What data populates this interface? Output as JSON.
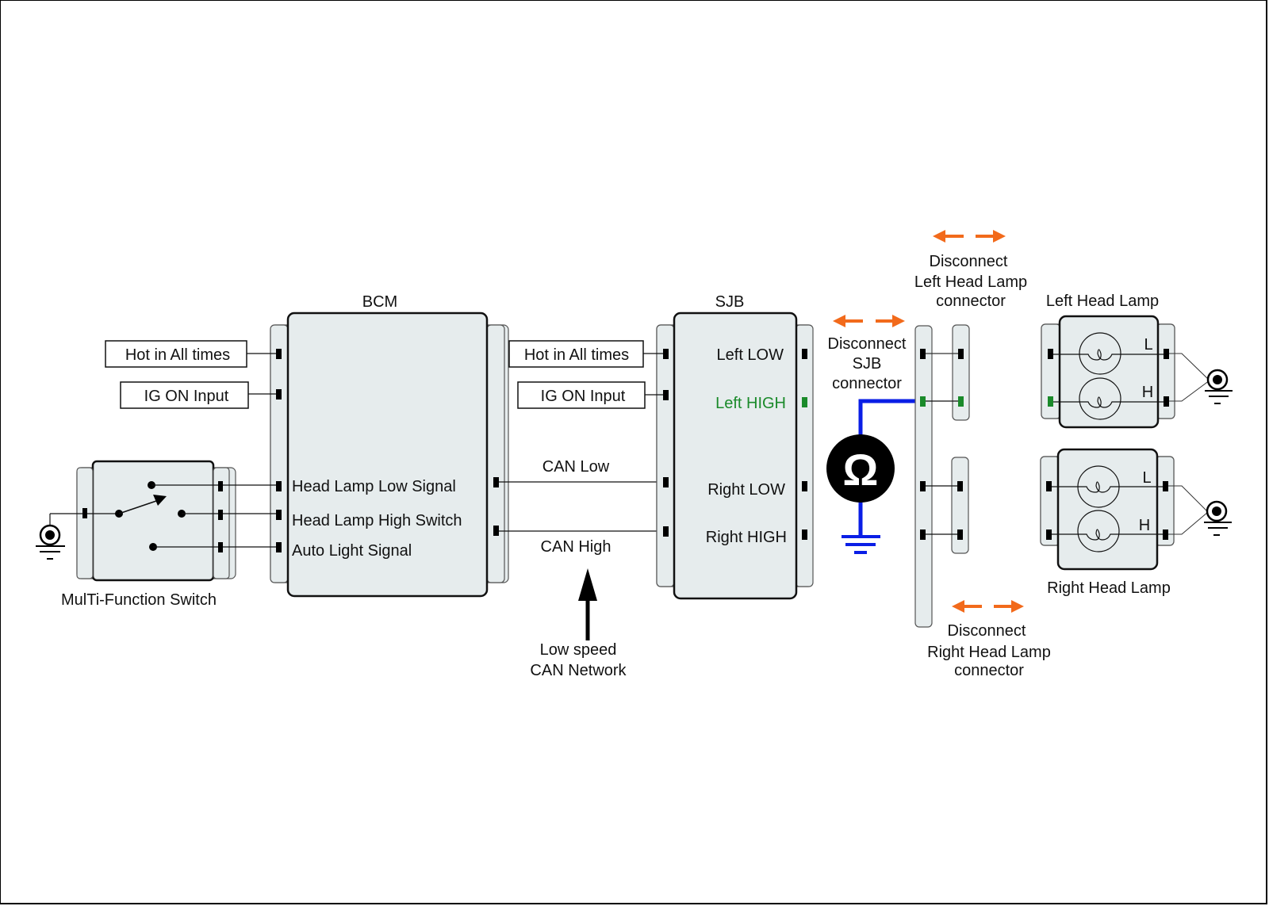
{
  "modules": {
    "bcm": {
      "title": "BCM",
      "inputs": [
        "Hot in All times",
        "IG ON Input"
      ],
      "signals": [
        "Head Lamp Low Signal",
        "Head Lamp High Switch",
        "Auto Light Signal"
      ]
    },
    "sjb": {
      "title": "SJB",
      "inputs": [
        "Hot in All times",
        "IG ON Input"
      ],
      "outputs": [
        "Left LOW",
        "Left HIGH",
        "Right LOW",
        "Right HIGH"
      ]
    },
    "switch": {
      "label": "MulTi-Function Switch"
    },
    "can": {
      "low_label": "CAN Low",
      "high_label": "CAN High",
      "network_label_line1": "Low speed",
      "network_label_line2": "CAN Network"
    },
    "meter": {
      "symbol": "Ω",
      "icon": "ohmmeter-icon"
    },
    "left_lamp": {
      "label": "Left Head Lamp",
      "l": "L",
      "h": "H"
    },
    "right_lamp": {
      "label": "Right Head Lamp",
      "l": "L",
      "h": "H"
    }
  },
  "disconnects": {
    "sjb": [
      "Disconnect",
      "SJB",
      "connector"
    ],
    "left": [
      "Disconnect",
      "Left Head Lamp",
      "connector"
    ],
    "right": [
      "Disconnect",
      "Right Head Lamp",
      "connector"
    ]
  },
  "colors": {
    "highlight_green": "#1a8a2a",
    "probe_blue": "#0a1ee6",
    "arrow_orange": "#f26a1b",
    "module_fill": "#e6eced",
    "text": "#111111"
  },
  "highlighted_circuit": "Left HIGH"
}
